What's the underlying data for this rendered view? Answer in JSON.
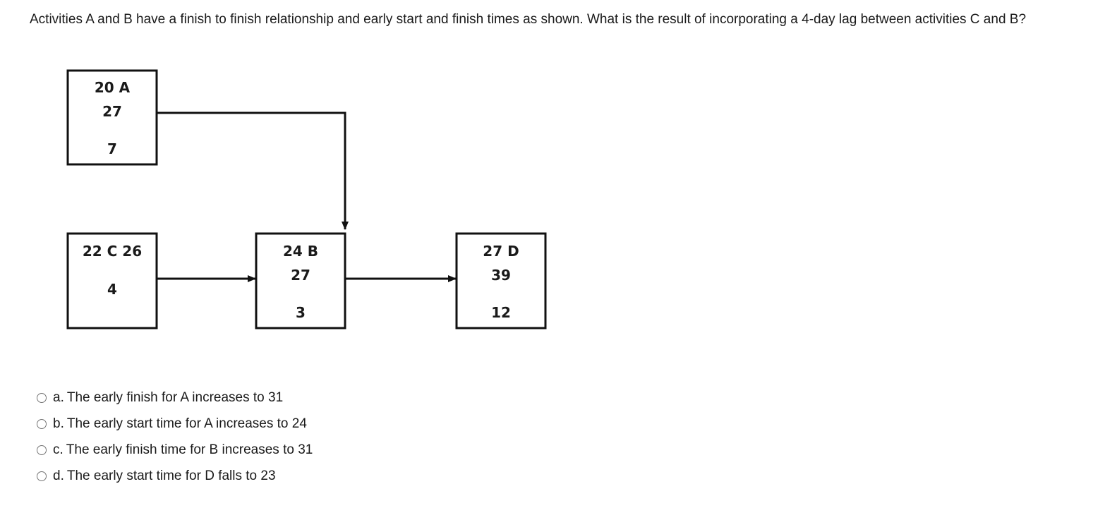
{
  "question": {
    "text": "Activities A and B have a finish to finish relationship and early start and finish times as shown. What is the result of incorporating a 4-day lag between activities C and B?"
  },
  "diagram": {
    "nodes": {
      "A": {
        "line1": "20 A",
        "line2": "27",
        "line3": "7"
      },
      "C": {
        "line1": "22 C 26",
        "line2": "4"
      },
      "B": {
        "line1": "24 B",
        "line2": "27",
        "line3": "3"
      },
      "D": {
        "line1": "27 D",
        "line2": "39",
        "line3": "12"
      }
    }
  },
  "options": [
    {
      "letter": "a.",
      "text": "The early finish for A increases to 31"
    },
    {
      "letter": "b.",
      "text": "The early start time for A increases to 24"
    },
    {
      "letter": "c.",
      "text": "The early finish time for B increases to 31"
    },
    {
      "letter": "d.",
      "text": "The early start time for D falls to 23"
    }
  ]
}
